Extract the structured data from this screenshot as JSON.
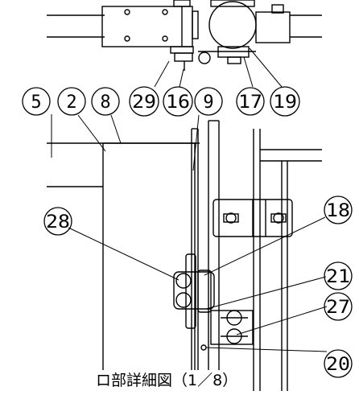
{
  "caption": "ロ部詳細図（1／8）",
  "callouts": [
    {
      "id": "c5",
      "text": "5"
    },
    {
      "id": "c2",
      "text": "2"
    },
    {
      "id": "c8",
      "text": "8"
    },
    {
      "id": "c29",
      "text": "29"
    },
    {
      "id": "c16",
      "text": "16"
    },
    {
      "id": "c9",
      "text": "9"
    },
    {
      "id": "c17",
      "text": "17"
    },
    {
      "id": "c19",
      "text": "19"
    },
    {
      "id": "c18",
      "text": "18"
    },
    {
      "id": "c28",
      "text": "28"
    },
    {
      "id": "c21",
      "text": "21"
    },
    {
      "id": "c27",
      "text": "27"
    },
    {
      "id": "c20",
      "text": "20"
    }
  ]
}
